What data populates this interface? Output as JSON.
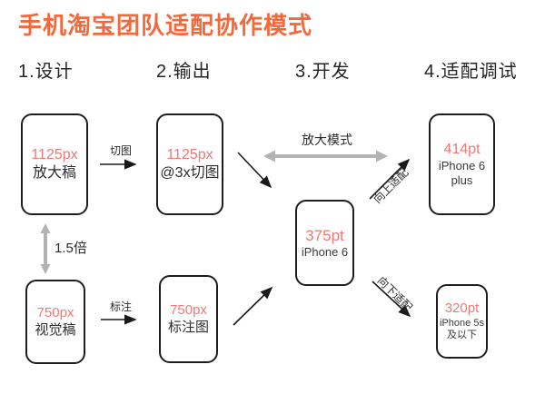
{
  "title": "手机淘宝团队适配协作模式",
  "columns": [
    {
      "label": "1.设计"
    },
    {
      "label": "2.输出"
    },
    {
      "label": "3.开发"
    },
    {
      "label": "4.适配调试"
    }
  ],
  "nodes": {
    "enlarged_draft": {
      "value": "1125px",
      "label": "放大稿"
    },
    "visual_draft": {
      "value": "750px",
      "label": "视觉稿"
    },
    "cut_3x": {
      "value": "1125px",
      "label": "@3x切图"
    },
    "annotated": {
      "value": "750px",
      "label": "标注图"
    },
    "iphone6": {
      "value": "375pt",
      "label": "iPhone 6"
    },
    "iphone6plus": {
      "value": "414pt",
      "label": "iPhone 6 plus"
    },
    "iphone5s": {
      "value": "320pt",
      "label": "iPhone 5s",
      "label2": "及以下"
    }
  },
  "edges": {
    "cut": "切图",
    "scale": "1.5倍",
    "annotate": "标注",
    "zoom_mode": "放大模式",
    "adapt_up": "向上适配",
    "adapt_down": "向下适配"
  },
  "colors": {
    "title_orange": "#f2693c",
    "accent_red": "#ec7a76",
    "text_dark": "#2a2a2a",
    "gray_arrow": "#b3b3b3"
  }
}
